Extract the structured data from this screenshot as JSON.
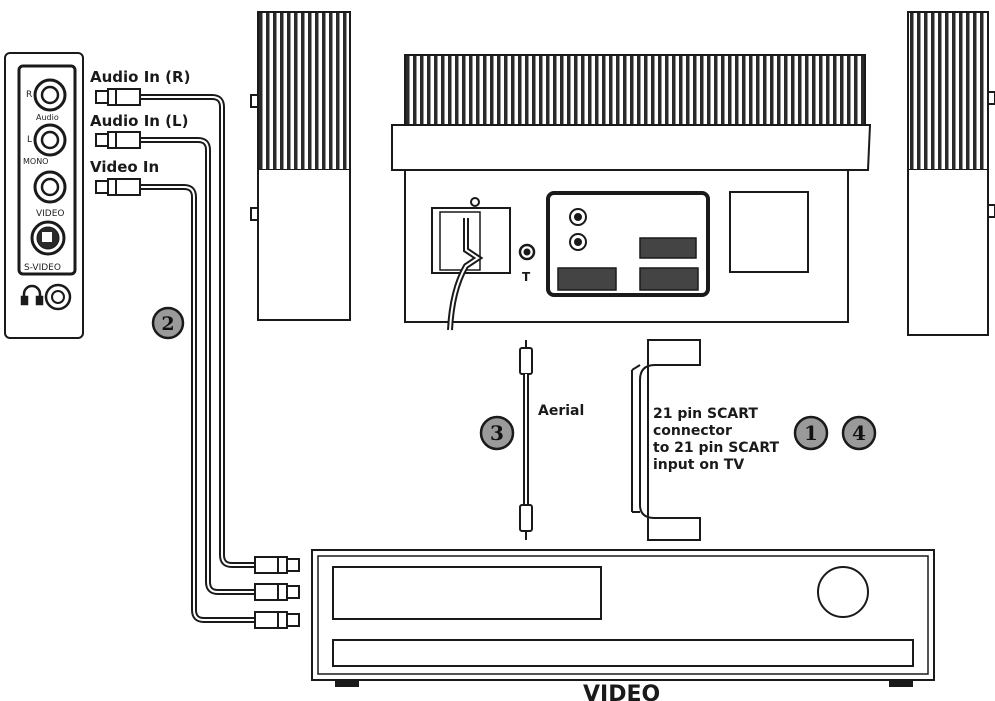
{
  "side_panel": {
    "r_mark": "R",
    "audio_mark": "Audio",
    "l_mark": "L",
    "mono_mark": "MONO",
    "video_mark": "VIDEO",
    "svideo_mark": "S-VIDEO"
  },
  "labels": {
    "audio_in_r": "Audio In (R)",
    "audio_in_l": "Audio In (L)",
    "video_in": "Video In",
    "aerial": "Aerial",
    "scart_line1": "21 pin SCART",
    "scart_line2": "connector",
    "scart_line3": "to 21 pin SCART",
    "scart_line4": "input on TV",
    "vcr_title": "VIDEO"
  },
  "steps": {
    "one": "1",
    "two": "2",
    "three": "3",
    "four": "4"
  },
  "tv_back": {
    "antenna_mark": "T"
  }
}
